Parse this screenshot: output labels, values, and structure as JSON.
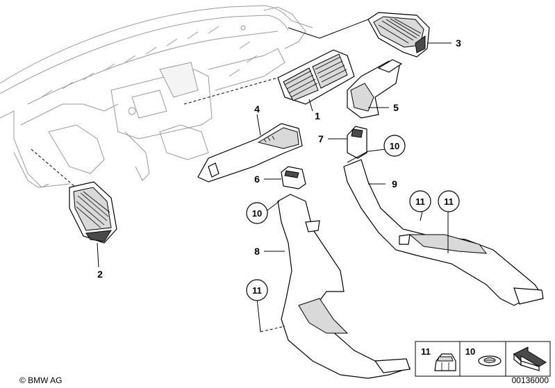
{
  "callouts": {
    "c1": "1",
    "c2": "2",
    "c3": "3",
    "c4": "4",
    "c5": "5",
    "c6": "6",
    "c7": "7",
    "c8": "8",
    "c9": "9",
    "c10a": "10",
    "c10b": "10",
    "c11a": "11",
    "c11b": "11",
    "c11c": "11"
  },
  "legend": {
    "item11": "11",
    "item10": "10"
  },
  "footer": {
    "copyright": "© BMW AG",
    "diagram_number": "00136000"
  }
}
